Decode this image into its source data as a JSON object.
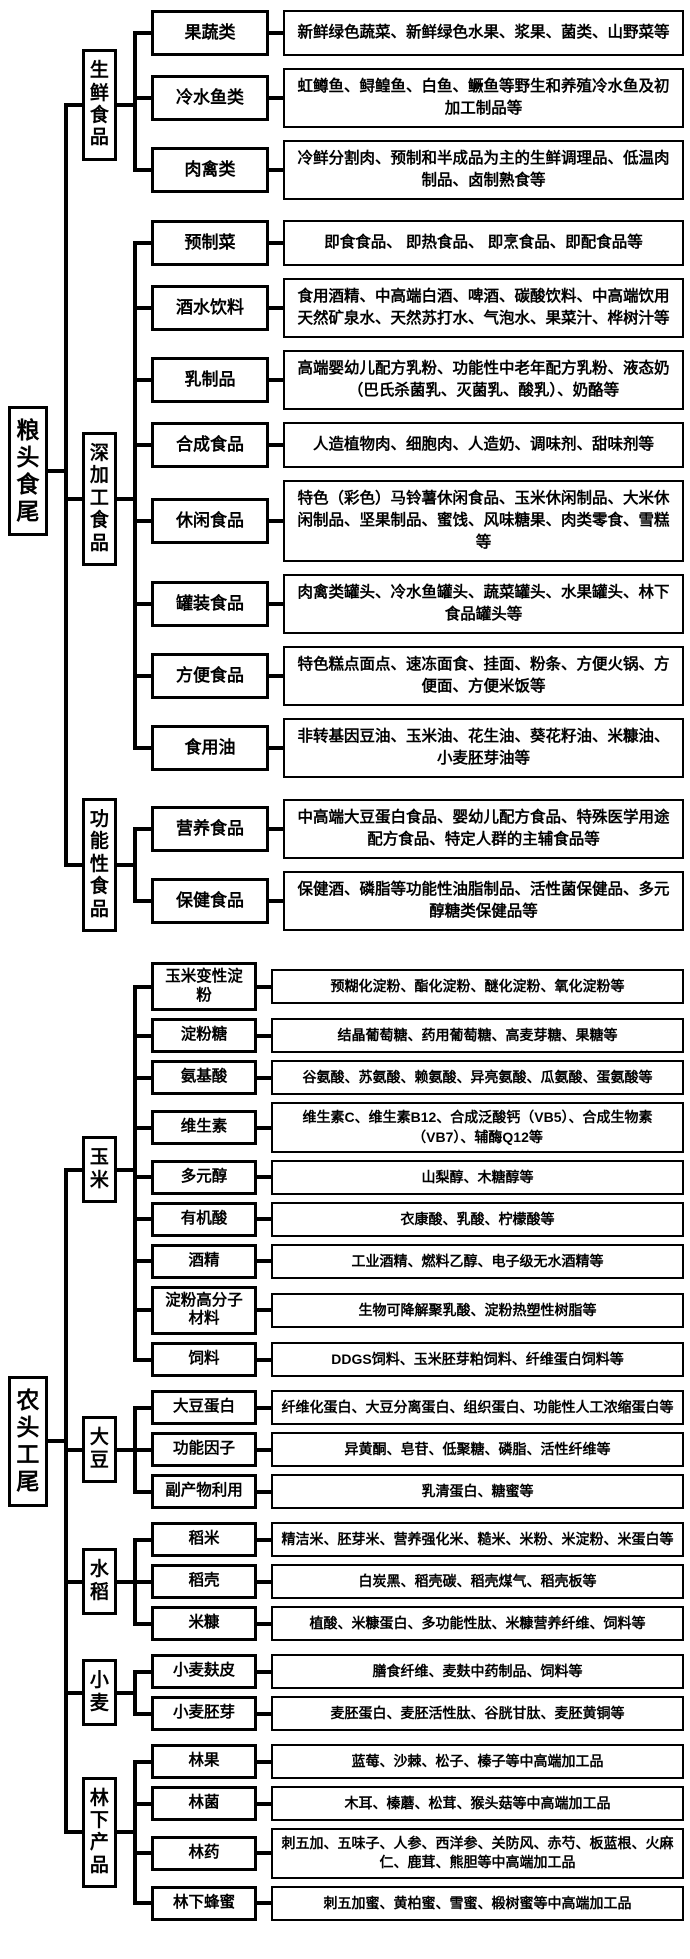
{
  "page": {
    "colors": {
      "ink": "#000000",
      "paper": "#ffffff"
    }
  },
  "trees": [
    {
      "root": "粮头食尾",
      "groups": [
        {
          "label": "生鲜食品",
          "rows": [
            {
              "label": "果蔬类",
              "detail": "新鲜绿色蔬菜、新鲜绿色水果、浆果、菌类、山野菜等"
            },
            {
              "label": "冷水鱼类",
              "detail": "虹鳟鱼、鲟鳇鱼、白鱼、鳜鱼等野生和养殖冷水鱼及初加工制品等"
            },
            {
              "label": "肉禽类",
              "detail": "冷鲜分割肉、预制和半成品为主的生鲜调理品、低温肉制品、卤制熟食等"
            }
          ]
        },
        {
          "label": "深加工食品",
          "rows": [
            {
              "label": "预制菜",
              "detail": "即食食品、 即热食品、 即烹食品、即配食品等"
            },
            {
              "label": "酒水饮料",
              "detail": "食用酒精、中高端白酒、啤酒、碳酸饮料、中高端饮用天然矿泉水、天然苏打水、气泡水、果菜汁、桦树汁等"
            },
            {
              "label": "乳制品",
              "detail": "高端婴幼儿配方乳粉、功能性中老年配方乳粉、液态奶（巴氏杀菌乳、灭菌乳、酸乳）、奶酪等"
            },
            {
              "label": "合成食品",
              "detail": "人造植物肉、细胞肉、人造奶、调味剂、甜味剂等"
            },
            {
              "label": "休闲食品",
              "detail": "特色（彩色）马铃薯休闲食品、玉米休闲制品、大米休闲制品、坚果制品、蜜饯、风味糖果、肉类零食、雪糕等"
            },
            {
              "label": "罐装食品",
              "detail": "肉禽类罐头、冷水鱼罐头、蔬菜罐头、水果罐头、林下食品罐头等"
            },
            {
              "label": "方便食品",
              "detail": "特色糕点面点、速冻面食、挂面、粉条、方便火锅、方便面、方便米饭等"
            },
            {
              "label": "食用油",
              "detail": "非转基因豆油、玉米油、花生油、葵花籽油、米糠油、小麦胚芽油等"
            }
          ]
        },
        {
          "label": "功能性食品",
          "rows": [
            {
              "label": "营养食品",
              "detail": "中高端大豆蛋白食品、婴幼儿配方食品、特殊医学用途配方食品、特定人群的主辅食品等"
            },
            {
              "label": "保健食品",
              "detail": "保健酒、磷脂等功能性油脂制品、活性菌保健品、多元醇糖类保健品等"
            }
          ]
        }
      ]
    },
    {
      "root": "农头工尾",
      "groups": [
        {
          "label": "玉米",
          "rows": [
            {
              "label": "玉米变性淀粉",
              "detail": "预糊化淀粉、酯化淀粉、醚化淀粉、氧化淀粉等"
            },
            {
              "label": "淀粉糖",
              "detail": "结晶葡萄糖、药用葡萄糖、高麦芽糖、果糖等"
            },
            {
              "label": "氨基酸",
              "detail": "谷氨酸、苏氨酸、赖氨酸、异亮氨酸、瓜氨酸、蛋氨酸等"
            },
            {
              "label": "维生素",
              "detail": "维生素C、维生素B12、合成泛酸钙（VB5）、合成生物素（VB7）、辅酶Q12等"
            },
            {
              "label": "多元醇",
              "detail": "山梨醇、木糖醇等"
            },
            {
              "label": "有机酸",
              "detail": "衣康酸、乳酸、柠檬酸等"
            },
            {
              "label": "酒精",
              "detail": "工业酒精、燃料乙醇、电子级无水酒精等"
            },
            {
              "label": "淀粉高分子材料",
              "detail": "生物可降解聚乳酸、淀粉热塑性树脂等"
            },
            {
              "label": "饲料",
              "detail": "DDGS饲料、玉米胚芽粕饲料、纤维蛋白饲料等"
            }
          ]
        },
        {
          "label": "大豆",
          "rows": [
            {
              "label": "大豆蛋白",
              "detail": "纤维化蛋白、大豆分离蛋白、组织蛋白、功能性人工浓缩蛋白等"
            },
            {
              "label": "功能因子",
              "detail": "异黄酮、皂苷、低聚糖、磷脂、活性纤维等"
            },
            {
              "label": "副产物利用",
              "detail": "乳清蛋白、糖蜜等"
            }
          ]
        },
        {
          "label": "水稻",
          "rows": [
            {
              "label": "稻米",
              "detail": "精洁米、胚芽米、营养强化米、糙米、米粉、米淀粉、米蛋白等"
            },
            {
              "label": "稻壳",
              "detail": "白炭黑、稻壳碳、稻壳煤气、稻壳板等"
            },
            {
              "label": "米糠",
              "detail": "植酸、米糠蛋白、多功能性肽、米糠营养纤维、饲料等"
            }
          ]
        },
        {
          "label": "小麦",
          "rows": [
            {
              "label": "小麦麸皮",
              "detail": "膳食纤维、麦麸中药制品、饲料等"
            },
            {
              "label": "小麦胚芽",
              "detail": "麦胚蛋白、麦胚活性肽、谷胱甘肽、麦胚黄铜等"
            }
          ]
        },
        {
          "label": "林下产品",
          "rows": [
            {
              "label": "林果",
              "detail": "蓝莓、沙棘、松子、榛子等中高端加工品"
            },
            {
              "label": "林菌",
              "detail": "木耳、榛蘑、松茸、猴头菇等中高端加工品"
            },
            {
              "label": "林药",
              "detail": "刺五加、五味子、人参、西洋参、关防风、赤芍、板蓝根、火麻仁、鹿茸、熊胆等中高端加工品"
            },
            {
              "label": "林下蜂蜜",
              "detail": "刺五加蜜、黄柏蜜、雪蜜、椴树蜜等中高端加工品"
            }
          ]
        }
      ]
    }
  ]
}
